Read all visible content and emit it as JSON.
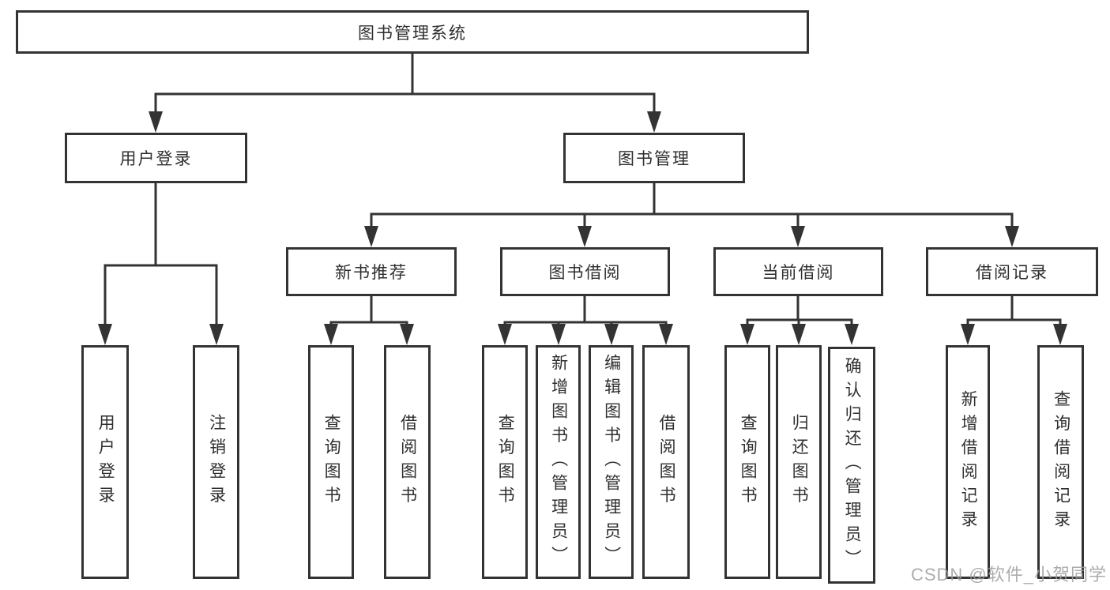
{
  "diagram": {
    "root": {
      "label": "图书管理系统"
    },
    "level1": {
      "user_login": {
        "label": "用户登录"
      },
      "book_management": {
        "label": "图书管理"
      }
    },
    "level2": {
      "new_book_recommend": {
        "label": "新书推荐"
      },
      "book_borrow": {
        "label": "图书借阅"
      },
      "current_borrow": {
        "label": "当前借阅"
      },
      "borrow_records": {
        "label": "借阅记录"
      }
    },
    "leaves": {
      "user_login": [
        "用户登录",
        "注销登录"
      ],
      "new_book_recommend": [
        "查询图书",
        "借阅图书"
      ],
      "book_borrow": [
        "查询图书",
        "新增图书（管理员）",
        "编辑图书（管理员）",
        "借阅图书"
      ],
      "current_borrow": [
        "查询图书",
        "归还图书",
        "确认归还（管理员）"
      ],
      "borrow_records": [
        "新增借阅记录",
        "查询借阅记录"
      ]
    },
    "colors": {
      "line": "#333333",
      "box_border": "#333333",
      "text": "#2f2f2f",
      "background": "#ffffff",
      "watermark": "#9e9e9e"
    }
  },
  "watermark": {
    "text": "CSDN @软件_小贺同学"
  }
}
